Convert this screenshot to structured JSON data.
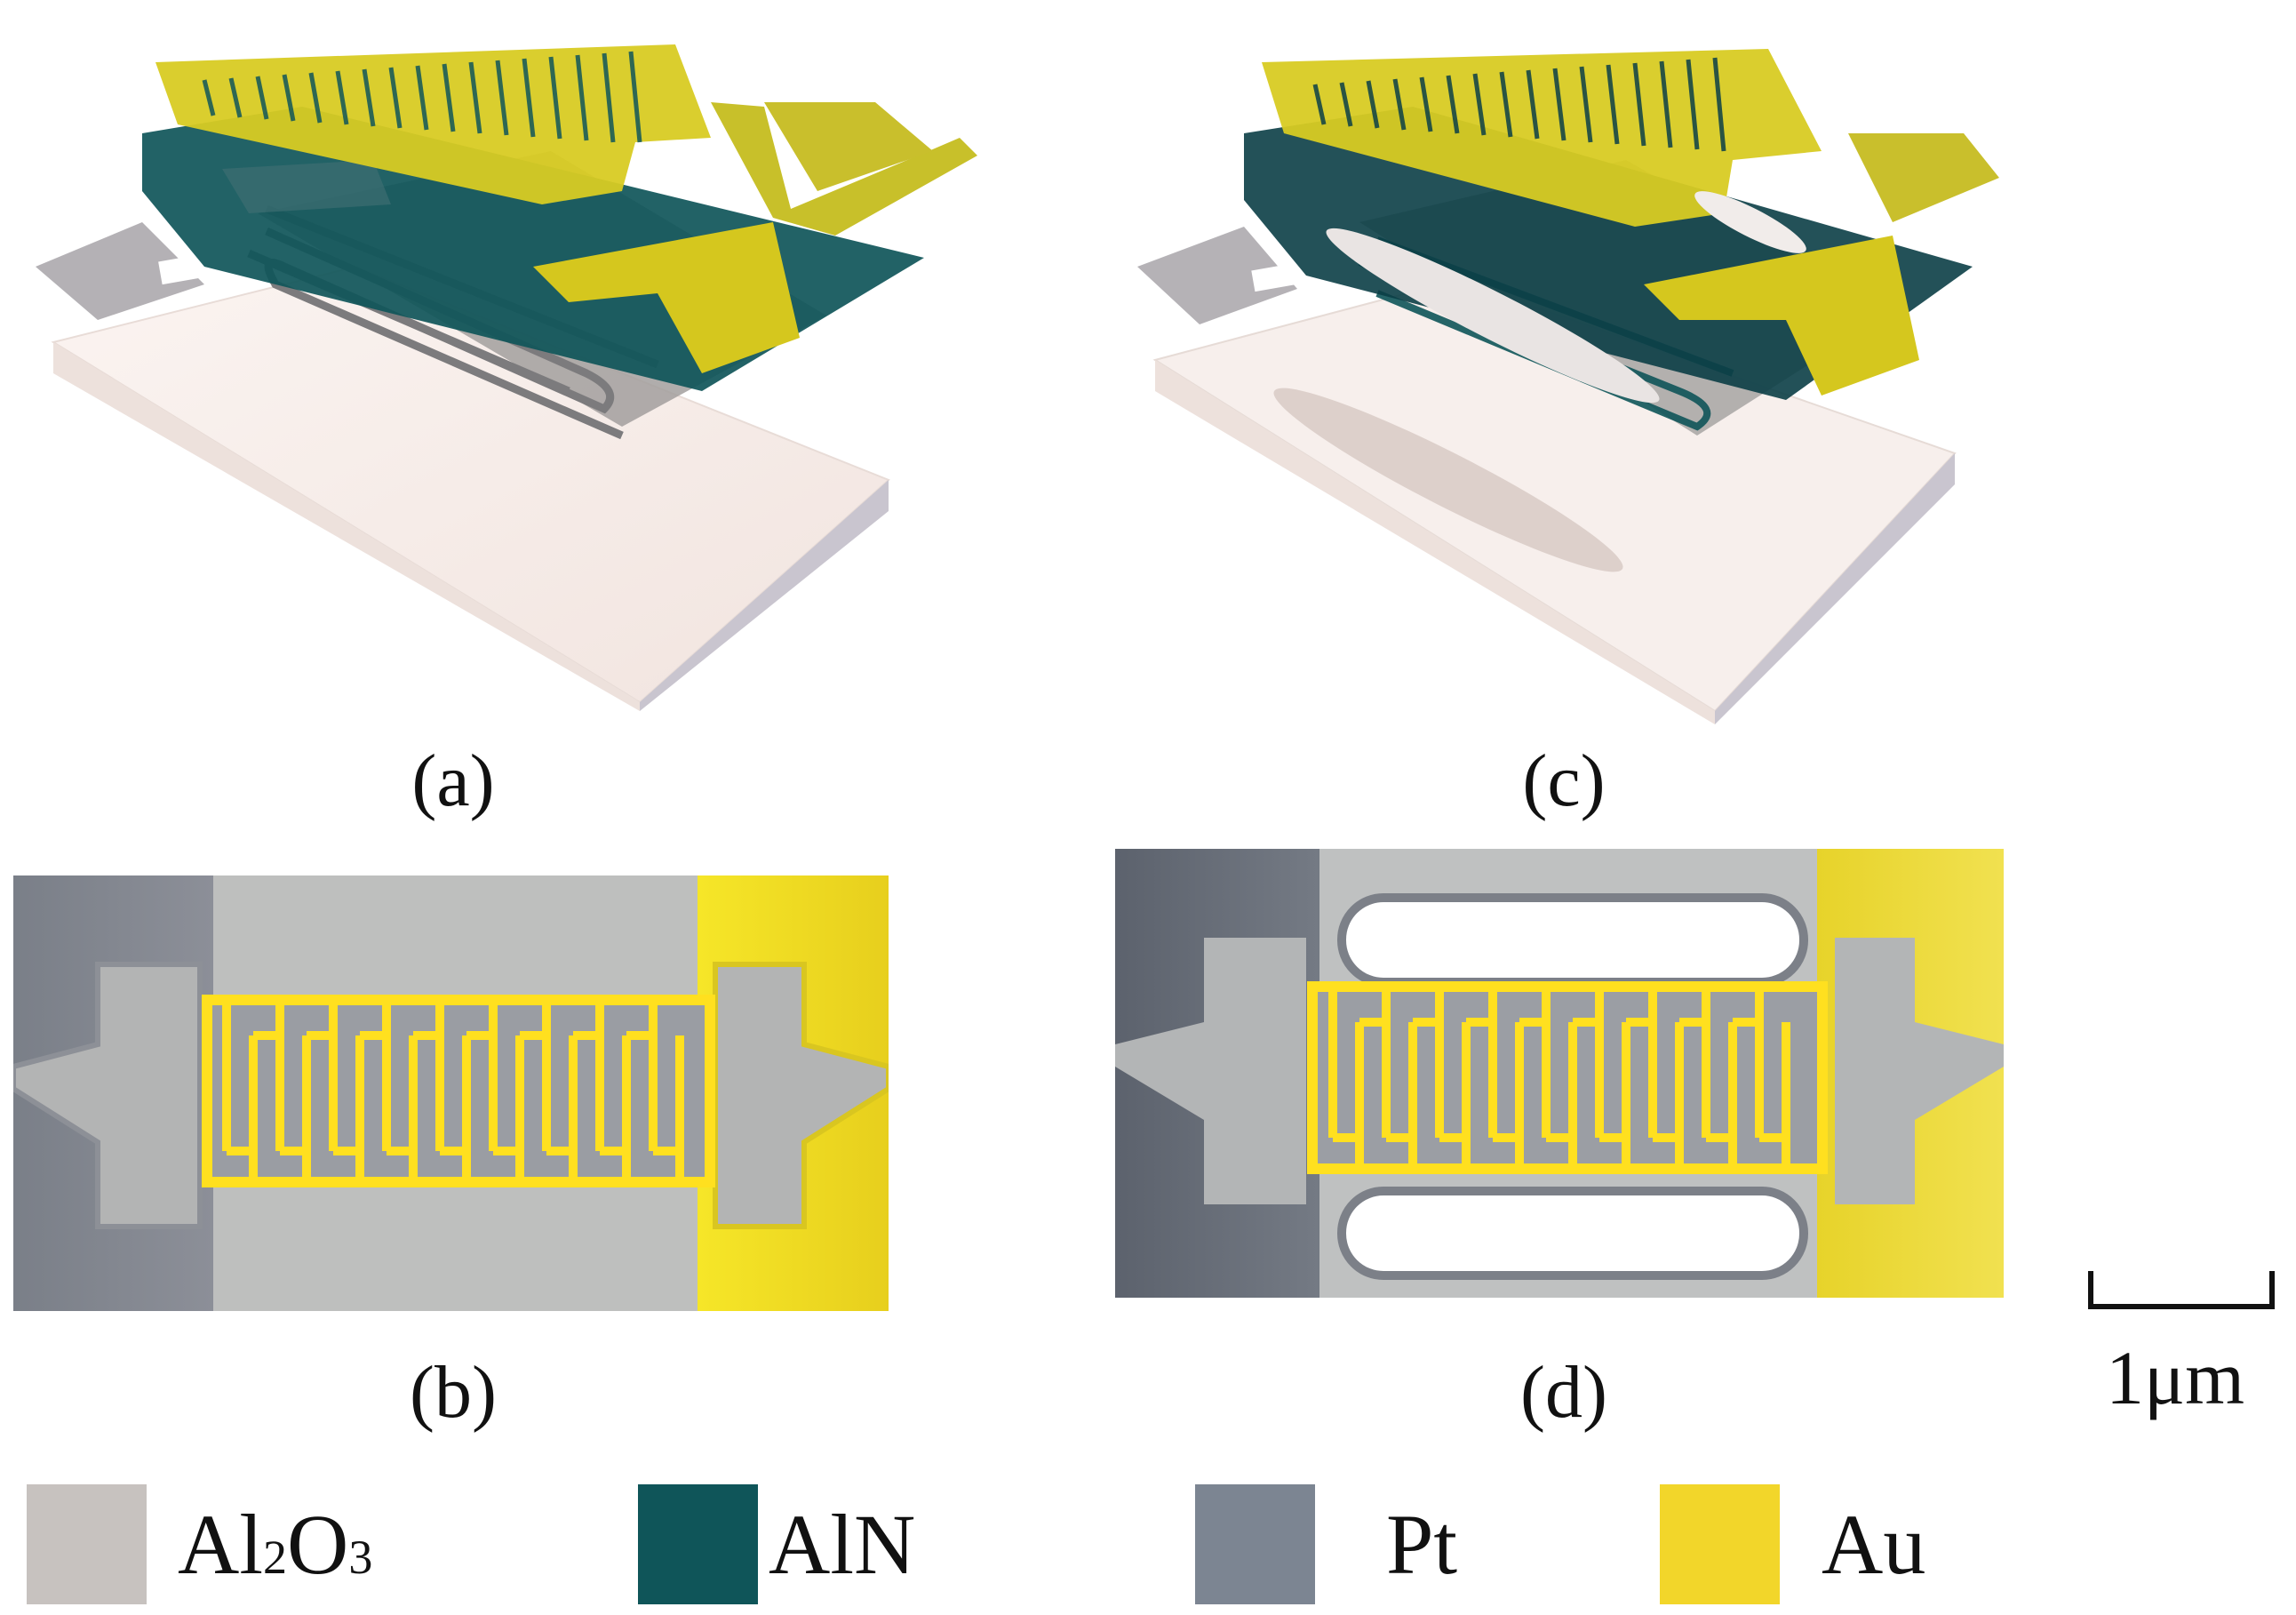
{
  "panels": {
    "a": "(a)",
    "b": "(b)",
    "c": "(c)",
    "d": "(d)"
  },
  "scale_bar": {
    "label": "1μm"
  },
  "legend": [
    {
      "label_main": "Al",
      "label_sub1": "2",
      "label_mid": "O",
      "label_sub2": "3",
      "color": "#c7c2bf"
    },
    {
      "label": "AlN",
      "color": "#0f5559"
    },
    {
      "label": "Pt",
      "color": "#7c8592"
    },
    {
      "label": "Au",
      "color": "#f2d62a"
    }
  ],
  "colors": {
    "substrate": "#f6ece8",
    "aln": "#0f5559",
    "pt": "#7c8592",
    "au": "#d9c21f",
    "gray_plate": "#bdbebe"
  }
}
